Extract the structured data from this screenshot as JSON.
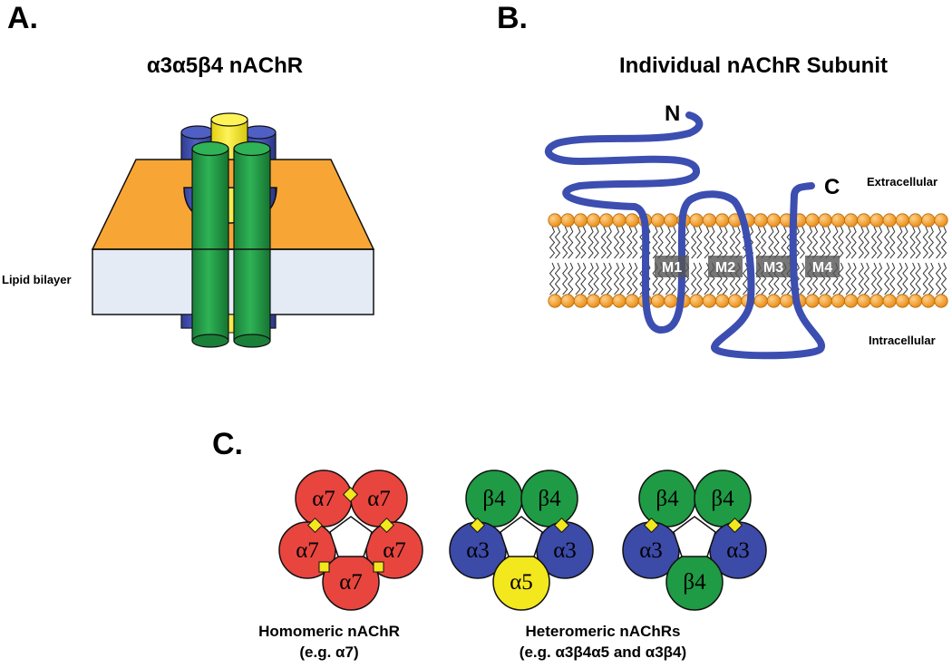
{
  "panel_a": {
    "letter": "A.",
    "title": "α3α5β4 nAChR",
    "bilayer_label": "Lipid bilayer"
  },
  "panel_b": {
    "letter": "B.",
    "title": "Individual nAChR Subunit",
    "n_terminus": "N",
    "c_terminus": "C",
    "extracellular": "Extracellular",
    "intracellular": "Intracellular",
    "segments": [
      "M1",
      "M2",
      "M3",
      "M4"
    ]
  },
  "panel_c": {
    "letter": "C.",
    "homomeric": {
      "subunits": [
        "α7",
        "α7",
        "α7",
        "α7",
        "α7"
      ],
      "caption_line1": "Homomeric nAChR",
      "caption_line2": "(e.g. α7)"
    },
    "heteromeric_a": {
      "subunits": [
        "β4",
        "β4",
        "α3",
        "α3",
        "α5"
      ]
    },
    "heteromeric_b": {
      "subunits": [
        "β4",
        "β4",
        "α3",
        "α3",
        "β4"
      ]
    },
    "hetero_caption_line1": "Heteromeric nAChRs",
    "hetero_caption_line2": "(e.g. α3β4α5 and α3β4)"
  },
  "colors": {
    "alpha7": "#e8453f",
    "beta4": "#1f9a45",
    "alpha3": "#3c4aa8",
    "alpha5": "#f3e71e",
    "membrane_top": "#f7a635",
    "membrane_side": "#e4ebf5",
    "protein_line": "#3c4eb0",
    "lipid_head": "#f39a22",
    "binding_site": "#f3e71e"
  }
}
